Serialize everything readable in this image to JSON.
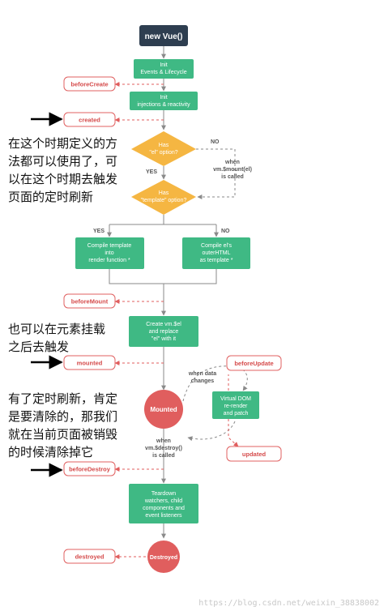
{
  "nodes": {
    "new_vue": "new Vue()",
    "init_events_1": "Init",
    "init_events_2": "Events & Lifecycle",
    "init_inj_1": "Init",
    "init_inj_2": "injections & reactivity",
    "has_el_1": "Has",
    "has_el_2": "\"el\" option?",
    "has_tpl_1": "Has",
    "has_tpl_2": "\"template\" option?",
    "compile_tpl_1": "Compile template",
    "compile_tpl_2": "into",
    "compile_tpl_3": "render function *",
    "compile_el_1": "Compile el's",
    "compile_el_2": "outerHTML",
    "compile_el_3": "as template *",
    "create_el_1": "Create vm.$el",
    "create_el_2": "and replace",
    "create_el_3": "\"el\" with it",
    "mounted_circle": "Mounted",
    "vdom_1": "Virtual DOM",
    "vdom_2": "re-render",
    "vdom_3": "and patch",
    "teardown_1": "Teardown",
    "teardown_2": "watchers, child",
    "teardown_3": "components and",
    "teardown_4": "event listeners",
    "destroyed_circle": "Destroyed"
  },
  "hooks": {
    "beforeCreate": "beforeCreate",
    "created": "created",
    "beforeMount": "beforeMount",
    "mounted": "mounted",
    "beforeUpdate": "beforeUpdate",
    "updated": "updated",
    "beforeDestroy": "beforeDestroy",
    "destroyed": "destroyed"
  },
  "labels": {
    "no_1": "NO",
    "yes_1": "YES",
    "when_mount_1": "when",
    "when_mount_2": "vm.$mount(el)",
    "when_mount_3": "is called",
    "yes_2": "YES",
    "no_2": "NO",
    "when_data_1": "when data",
    "when_data_2": "changes",
    "when_destroy_1": "when",
    "when_destroy_2": "vm.$destroy()",
    "when_destroy_3": "is called"
  },
  "notes": {
    "note1": "在这个时期定义的方\n法都可以使用了，可\n以在这个时期去触发\n页面的定时刷新",
    "note2": "也可以在元素挂载\n之后去触发",
    "note3": "有了定时刷新，肯定\n是要清除的，那我们\n就在当前页面被销毁\n的时候清除掉它"
  },
  "watermark": "https://blog.csdn.net/weixin_38838002",
  "colors": {
    "green": "#3fb984",
    "dark": "#2e3e50",
    "orange": "#f5b642",
    "red": "#e05e5e",
    "hook_border": "#e06060",
    "hook_text": "#d54a4a",
    "line": "#8a8a8a"
  }
}
